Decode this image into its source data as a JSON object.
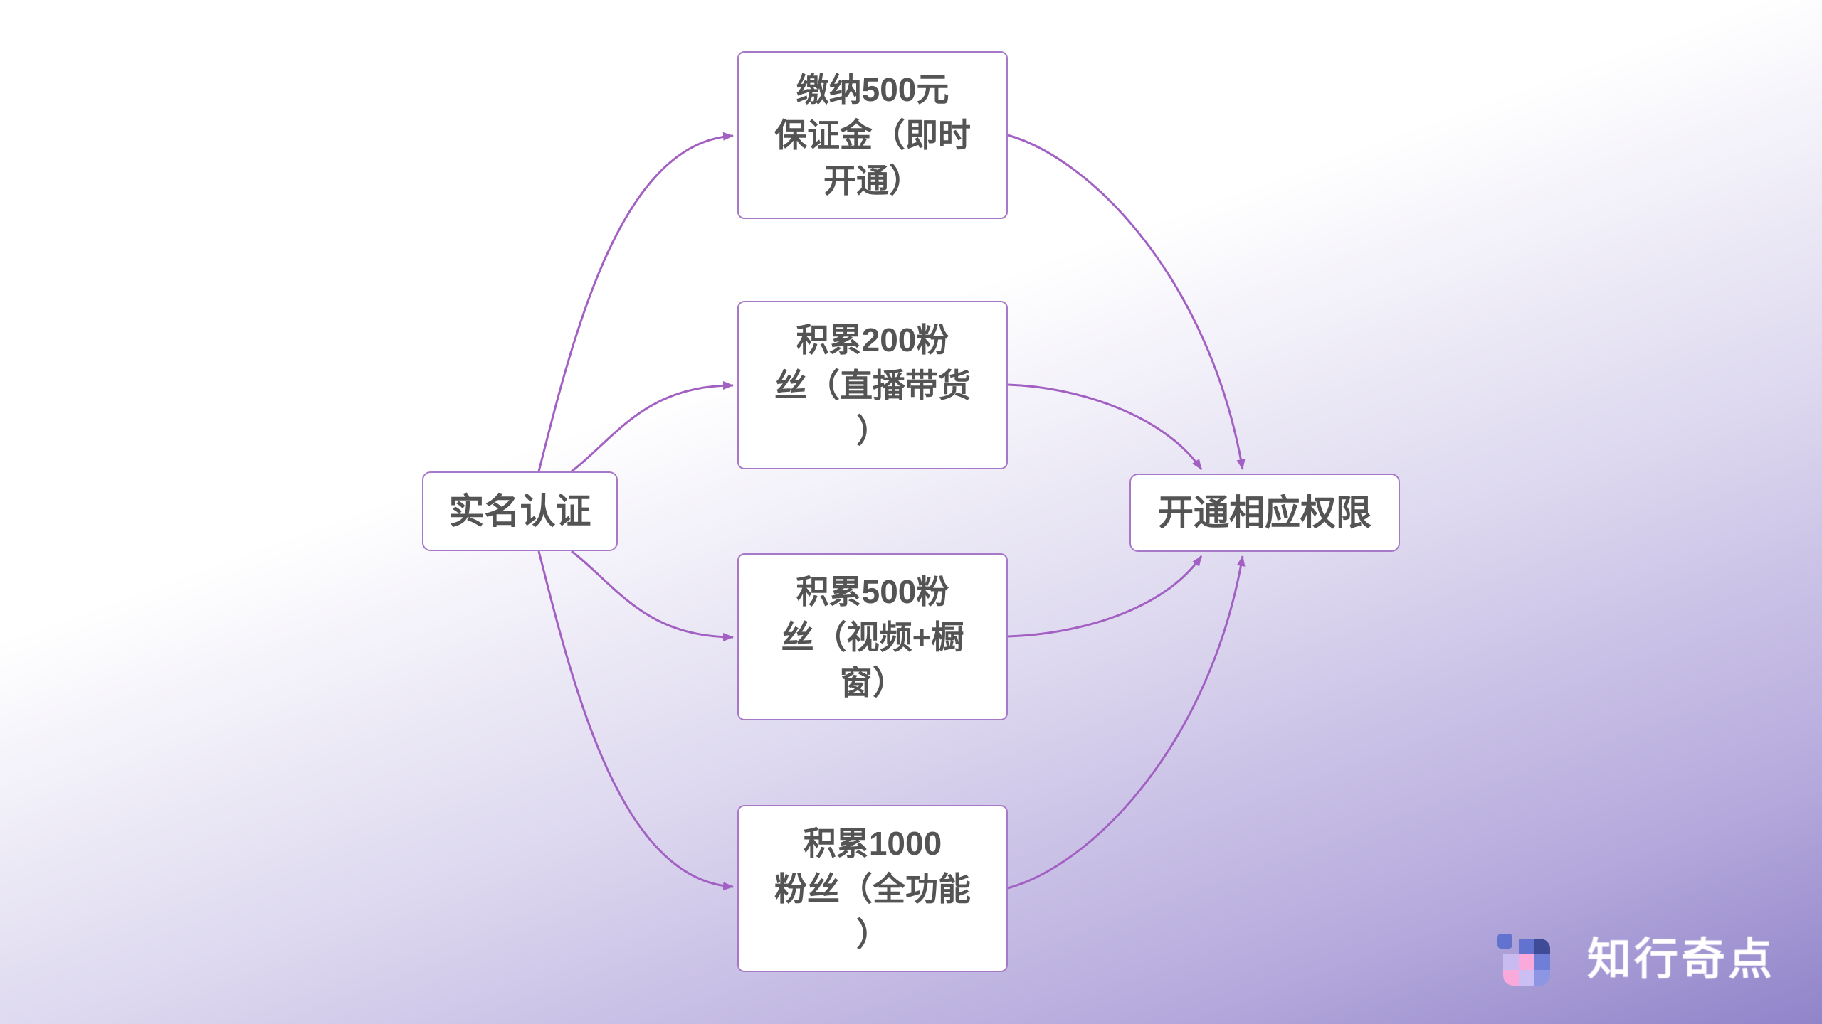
{
  "page": {
    "background_top_color": "#ffffff",
    "background_bottom_color": "#9184c9"
  },
  "diagram": {
    "start_node": {
      "label": "实名认证"
    },
    "branch_nodes": [
      {
        "label": "缴纳500元\n保证金（即时\n开通）"
      },
      {
        "label": "积累200粉\n丝（直播带货\n）"
      },
      {
        "label": "积累500粉\n丝（视频+橱\n窗）"
      },
      {
        "label": "积累1000\n粉丝（全功能\n）"
      }
    ],
    "end_node": {
      "label": "开通相应权限"
    },
    "style": {
      "connector_color": "#a160c2",
      "node_border_color": "#a878c8",
      "node_fill_color": "#ffffff",
      "node_text_color": "#545454"
    }
  },
  "brand": {
    "name": "知行奇点",
    "text_color": "#ffffff",
    "icon": {
      "colors": {
        "periwinkle": "#6272cf",
        "navy": "#3f4b96",
        "lavender": "#c7bbf0",
        "pink": "#f9aadb",
        "mid_periwinkle": "#6f7fd8",
        "light_lavender": "#cbbef3",
        "light_periwinkle": "#8c96e2"
      }
    }
  }
}
